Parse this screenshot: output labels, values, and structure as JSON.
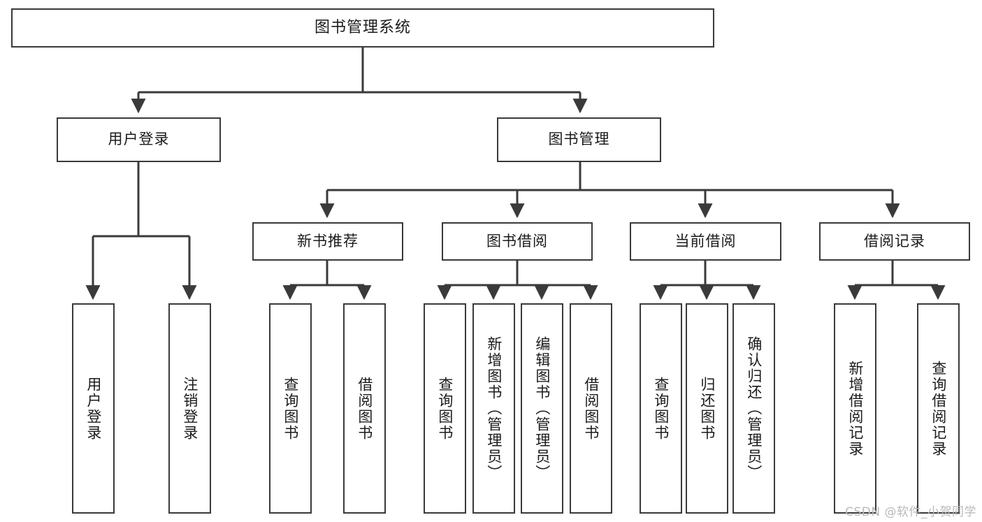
{
  "diagram": {
    "title": "图书管理系统",
    "type": "tree-hierarchy",
    "watermark": "CSDN @软件_小贺同学"
  },
  "nodes": {
    "root": {
      "label": "图书管理系统"
    },
    "level2": [
      {
        "id": "user-login",
        "label": "用户登录"
      },
      {
        "id": "book-manage",
        "label": "图书管理"
      }
    ],
    "level3": [
      {
        "id": "new-book-rec",
        "label": "新书推荐"
      },
      {
        "id": "book-borrow",
        "label": "图书借阅"
      },
      {
        "id": "current-borrow",
        "label": "当前借阅"
      },
      {
        "id": "borrow-record",
        "label": "借阅记录"
      }
    ],
    "leaves": {
      "user_login": [
        {
          "id": "leaf-user-login",
          "label": "用户登录"
        },
        {
          "id": "leaf-user-logout",
          "label": "注销登录"
        }
      ],
      "new_book_rec": [
        {
          "id": "leaf-query-book-1",
          "label": "查询图书"
        },
        {
          "id": "leaf-borrow-book-1",
          "label": "借阅图书"
        }
      ],
      "book_borrow": [
        {
          "id": "leaf-query-book-2",
          "label": "查询图书"
        },
        {
          "id": "leaf-add-book",
          "label": "新增图书（管理员）"
        },
        {
          "id": "leaf-edit-book",
          "label": "编辑图书（管理员）"
        },
        {
          "id": "leaf-borrow-book-2",
          "label": "借阅图书"
        }
      ],
      "current_borrow": [
        {
          "id": "leaf-query-book-3",
          "label": "查询图书"
        },
        {
          "id": "leaf-return-book",
          "label": "归还图书"
        },
        {
          "id": "leaf-confirm-return",
          "label": "确认归还（管理员）"
        }
      ],
      "borrow_record": [
        {
          "id": "leaf-add-record",
          "label": "新增借阅记录"
        },
        {
          "id": "leaf-query-record",
          "label": "查询借阅记录"
        }
      ]
    }
  },
  "colors": {
    "stroke": "#3a3a3a",
    "background": "#ffffff",
    "text": "#1b1b1b",
    "watermark": "#b9b9b9"
  }
}
